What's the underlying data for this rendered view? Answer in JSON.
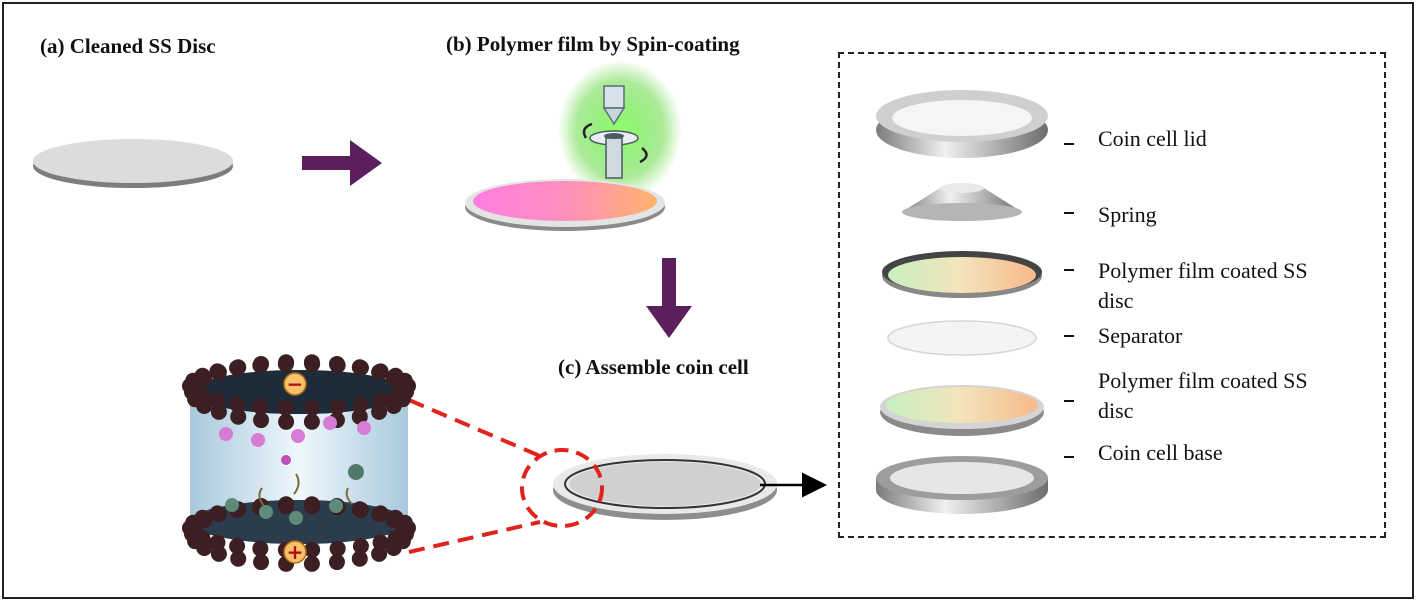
{
  "steps": {
    "a": "(a) Cleaned SS Disc",
    "b": "(b) Polymer film by Spin-coating",
    "c": "(c) Assemble coin cell"
  },
  "parts": {
    "lid": "Coin cell lid",
    "spring": "Spring",
    "film1_line1": "Polymer film coated SS",
    "film1_line2": "disc",
    "separator": "Separator",
    "film2_line1": "Polymer film coated SS",
    "film2_line2": "disc",
    "base": "Coin cell base"
  },
  "electrodes": {
    "negative": "−",
    "positive": "+"
  },
  "colors": {
    "arrow": "#5b1f5e",
    "zoom": "#e0231c",
    "disc": "#d6d6d6",
    "particle": "#3b1f22"
  }
}
